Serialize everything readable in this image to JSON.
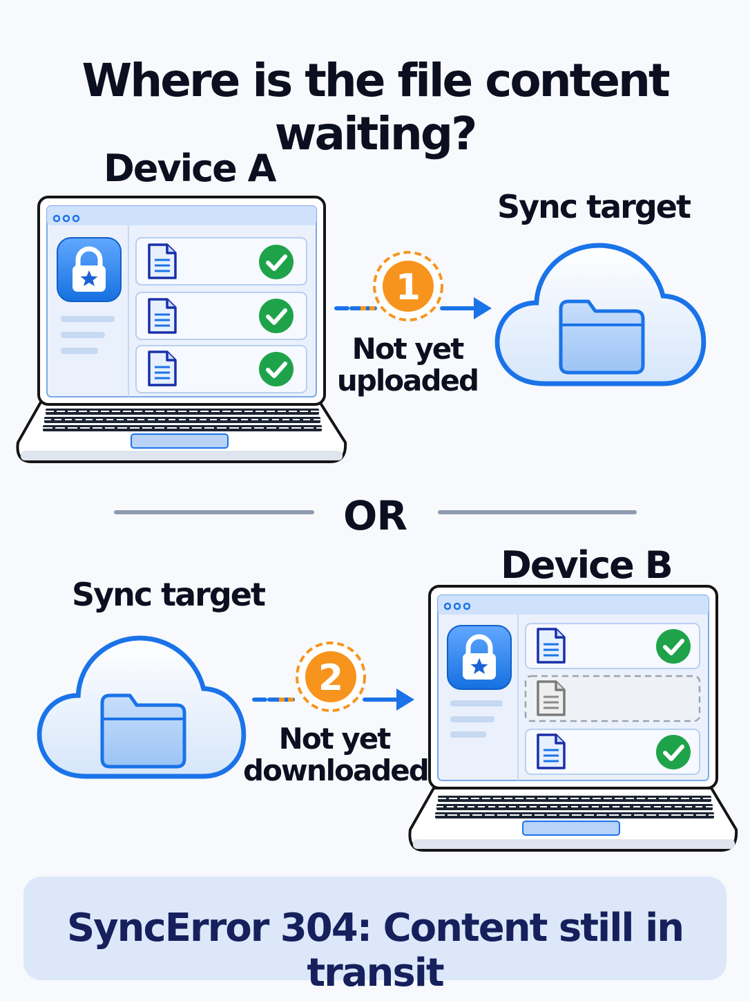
{
  "title": "Where is the file content waiting?",
  "device_a": {
    "label": "Device A",
    "files": [
      {
        "status": "synced"
      },
      {
        "status": "synced"
      },
      {
        "status": "synced"
      }
    ]
  },
  "sync_target_top": {
    "label": "Sync target"
  },
  "step1": {
    "number": "1",
    "line1": "Not yet",
    "line2": "uploaded"
  },
  "separator": {
    "label": "OR"
  },
  "device_b": {
    "label": "Device B",
    "files": [
      {
        "status": "synced"
      },
      {
        "status": "placeholder"
      },
      {
        "status": "synced"
      }
    ]
  },
  "sync_target_bottom": {
    "label": "Sync target"
  },
  "step2": {
    "number": "2",
    "line1": "Not yet",
    "line2": "downloaded"
  },
  "error": {
    "text": "SyncError 304: Content still in transit"
  },
  "colors": {
    "blue": "#1a73e8",
    "orange": "#f7941d",
    "green": "#1fa34a",
    "ink": "#0b0f1f",
    "navy": "#15205c"
  },
  "icons": {
    "app": "lock-star-icon",
    "file": "document-icon",
    "status": "check-icon",
    "cloud": "cloud-icon",
    "folder": "folder-icon"
  }
}
